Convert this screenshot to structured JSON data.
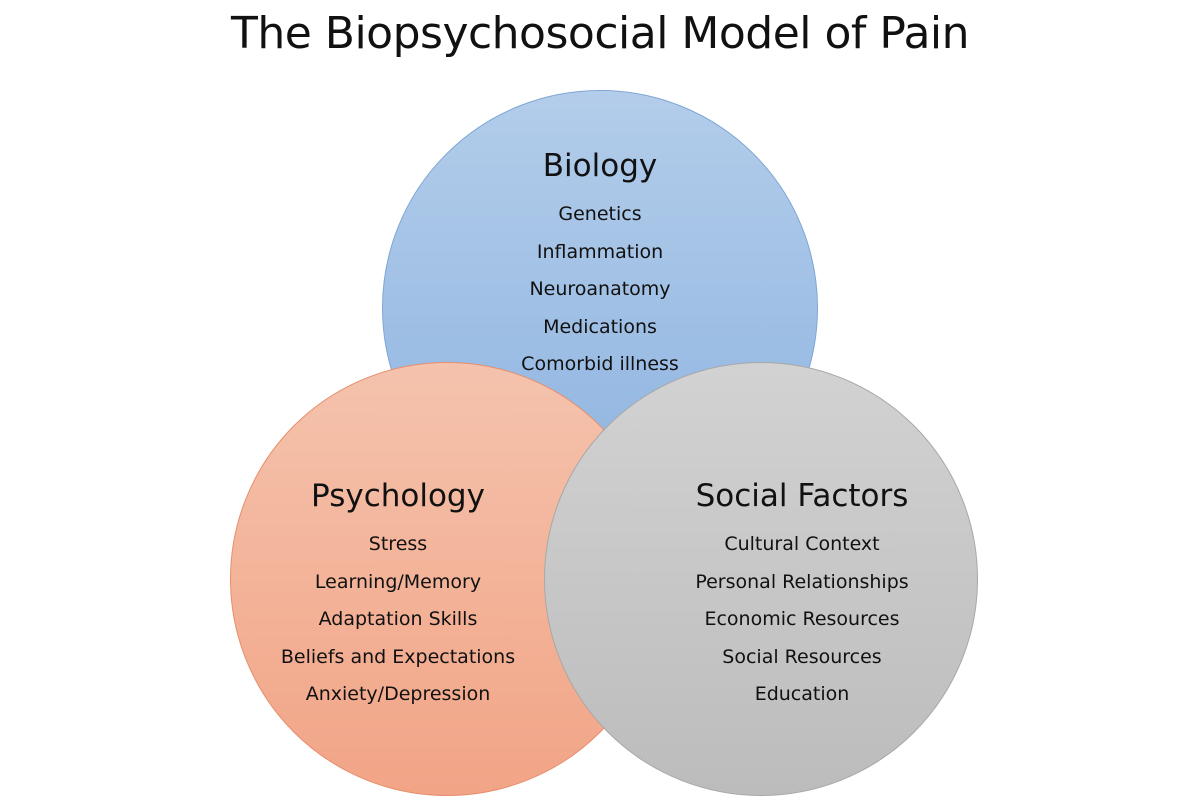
{
  "title": "The Biopsychosocial Model of Pain",
  "colors": {
    "biology": "#9ebfe6",
    "psychology": "#f3b396",
    "social": "#c8c8c8"
  },
  "biology": {
    "heading": "Biology",
    "items": [
      "Genetics",
      "Inflammation",
      "Neuroanatomy",
      "Medications",
      "Comorbid illness"
    ]
  },
  "psychology": {
    "heading": "Psychology",
    "items": [
      "Stress",
      "Learning/Memory",
      "Adaptation Skills",
      "Beliefs and Expectations",
      "Anxiety/Depression"
    ]
  },
  "social": {
    "heading": "Social Factors",
    "items": [
      "Cultural Context",
      "Personal Relationships",
      "Economic Resources",
      "Social Resources",
      "Education"
    ]
  }
}
